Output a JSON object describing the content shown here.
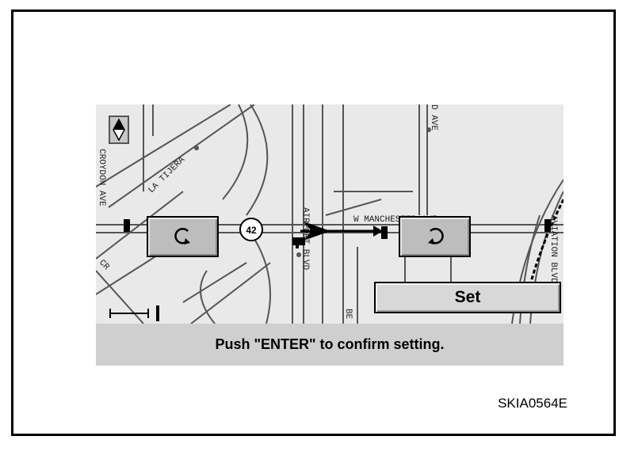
{
  "screen": {
    "message": "Push \"ENTER\" to confirm setting.",
    "set_label": "Set",
    "rotate_left_icon": "rotate-counterclockwise-icon",
    "rotate_right_icon": "rotate-clockwise-icon"
  },
  "map": {
    "street_labels": {
      "croydon": "CROYDON AVE",
      "la_tijera": "LA TIJERA",
      "airport": "AIRPORT BLVD",
      "manchester": "W MANCHESTER AVE",
      "aviation": "AVIATION BLVD",
      "d_ave": "D AVE",
      "route": "42",
      "be": "BE",
      "cr": "CR"
    }
  },
  "figure": {
    "reference_code": "SKIA0564E"
  }
}
